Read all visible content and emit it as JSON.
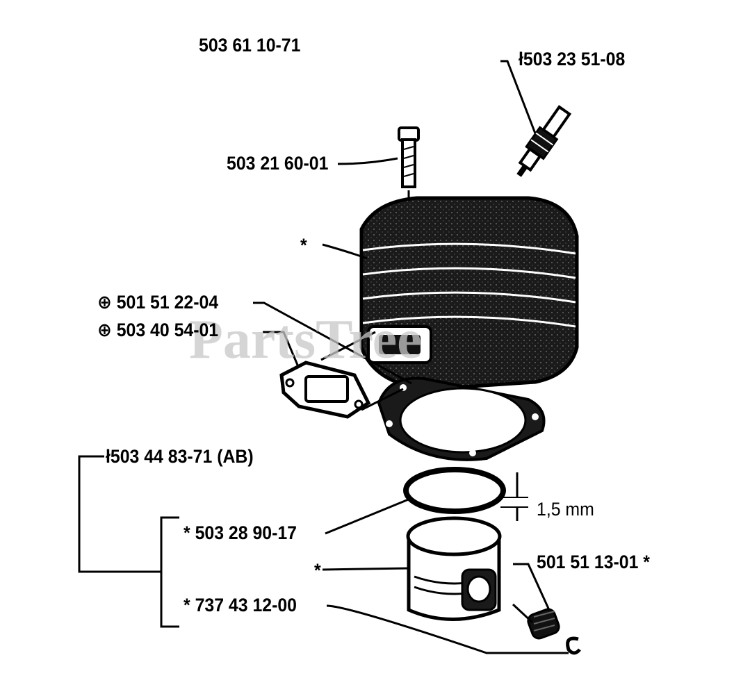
{
  "diagram": {
    "watermark": "PartsTree",
    "labels": {
      "cylinder_assembly": "503 61 10-71",
      "spark_plug": "ł503 23 51-08",
      "screw": "503 21 60-01",
      "cylinder_asterisk": "*",
      "gasket_a": "⊕ 501 51 22-04",
      "gasket_b": "⊕ 503 40 54-01",
      "piston_kit": "ł503 44 83-71 (AB)",
      "ring_dimension": "1,5 mm",
      "piston_ring": "*  503 28 90-17",
      "piston_asterisk": "*",
      "piston_pin": "501 51 13-01  *",
      "circlip": "*  737 43 12-00"
    }
  }
}
